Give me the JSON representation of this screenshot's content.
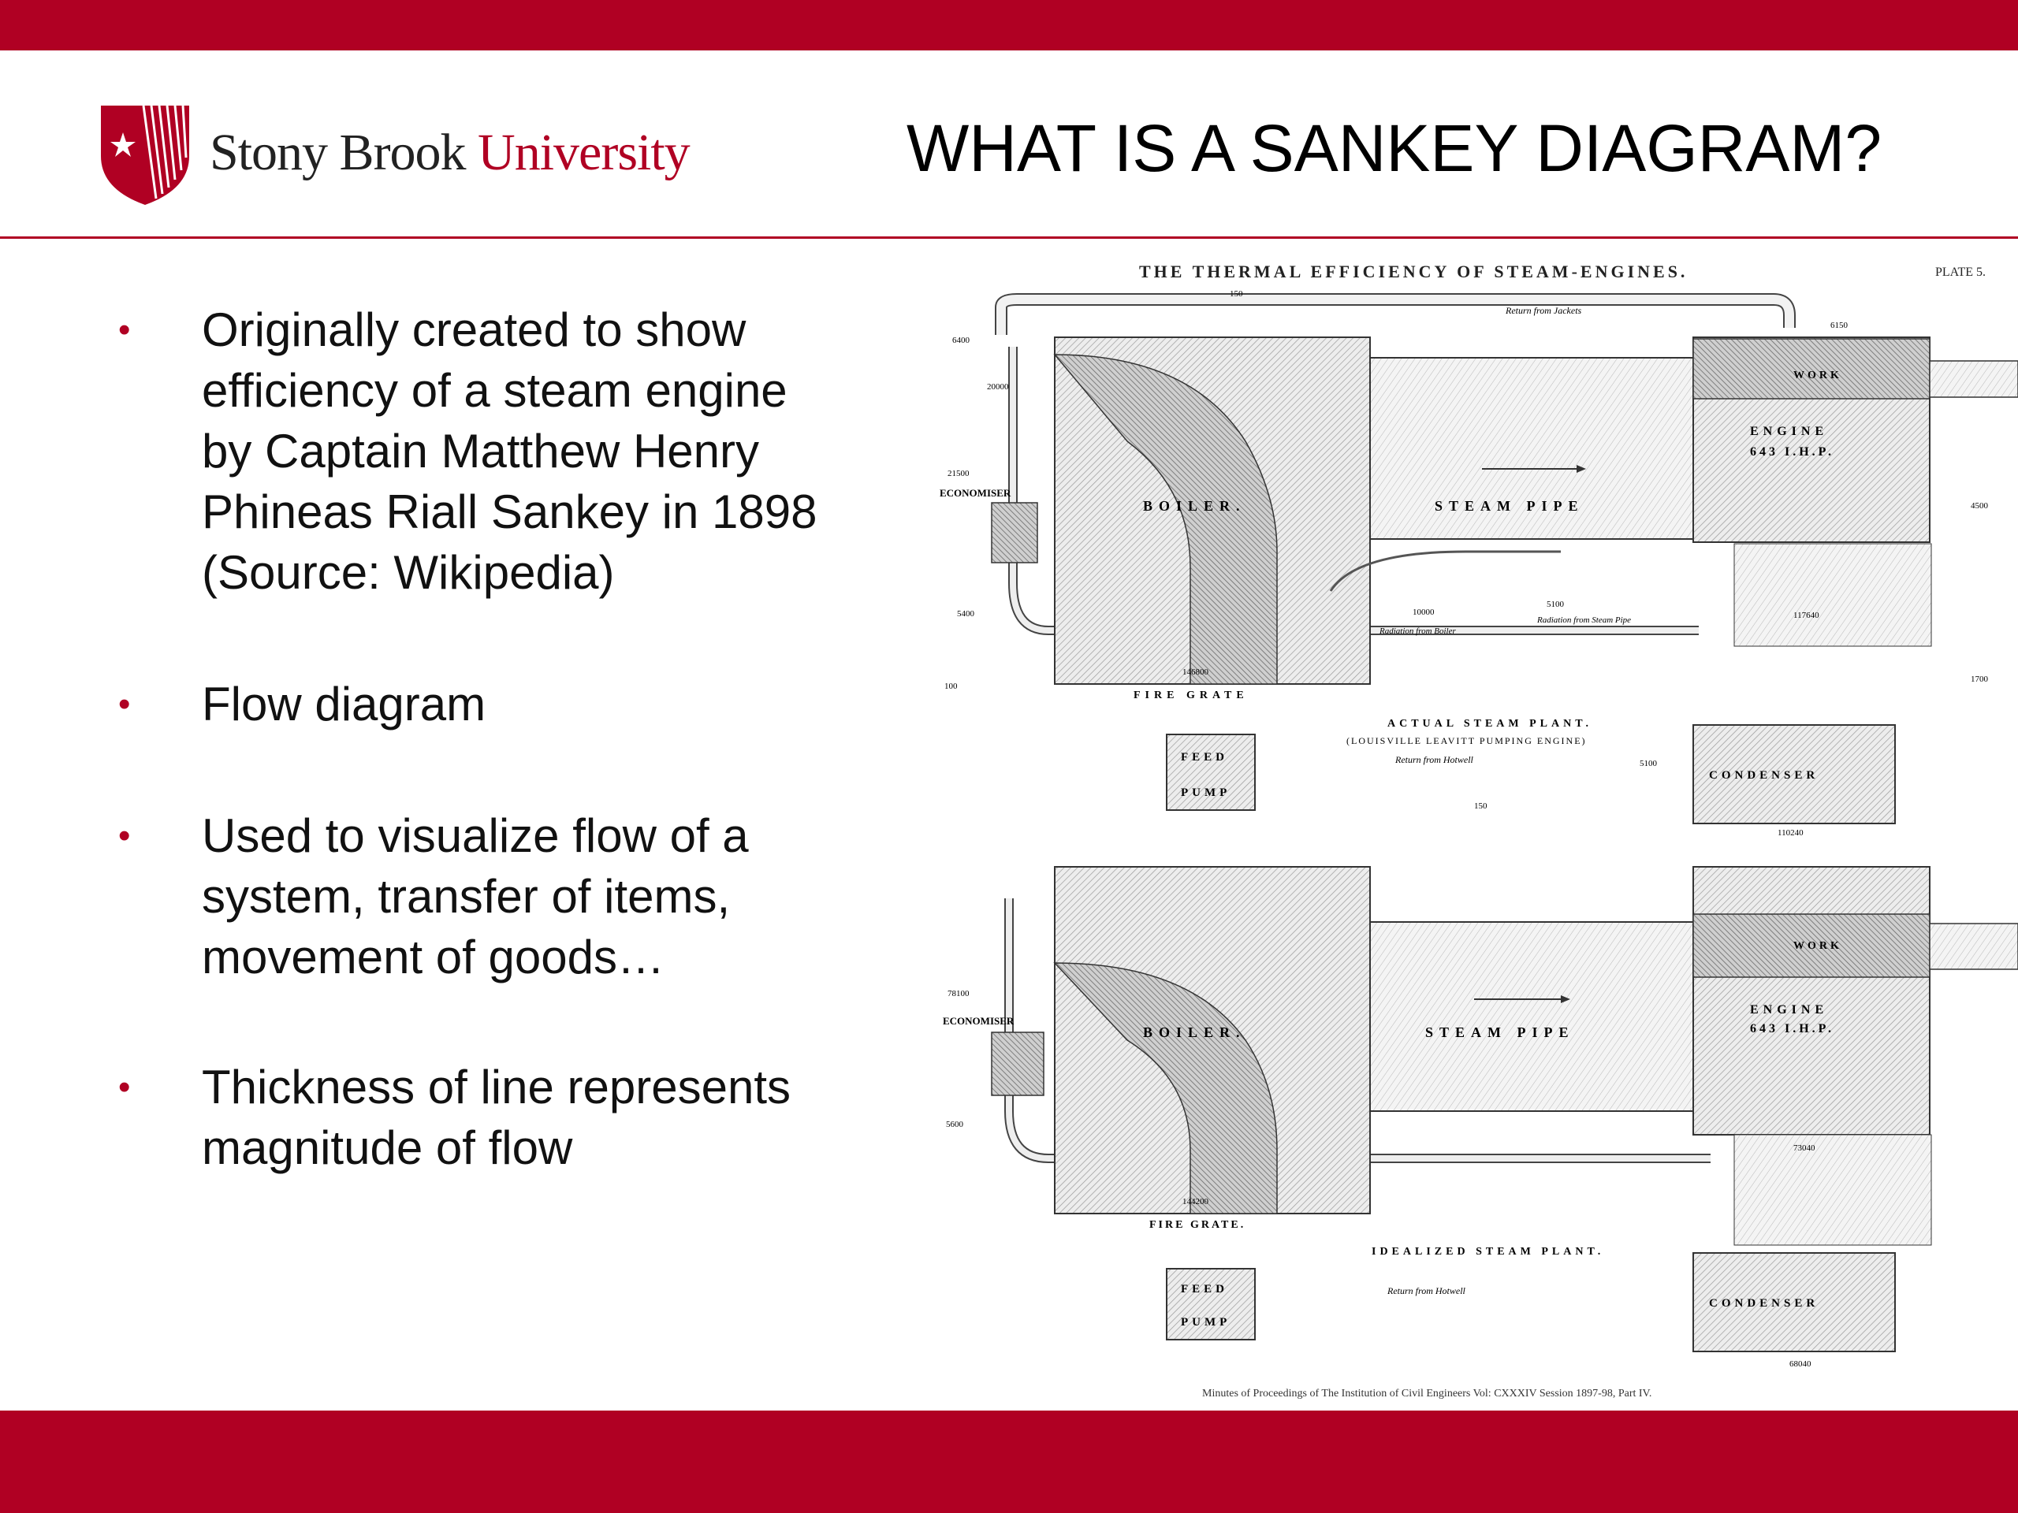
{
  "header": {
    "logo_word1": "Stony Brook",
    "logo_word2": "University",
    "title": "WHAT IS A SANKEY DIAGRAM?"
  },
  "bullets": [
    "Originally created to show efficiency of a steam engine by Captain Matthew Henry Phineas Riall Sankey in 1898 (Source: Wikipedia)",
    "Flow diagram",
    "Used to visualize flow of a system, transfer of items, movement of goods…",
    "Thickness of line represents magnitude of flow"
  ],
  "figure": {
    "title": "THE THERMAL EFFICIENCY OF STEAM-ENGINES.",
    "plate": "PLATE 5.",
    "top_diagram": {
      "boiler": "BOILER.",
      "steam_pipe": "STEAM PIPE",
      "engine": "ENGINE",
      "engine_hp": "643 I.H.P.",
      "economiser": "ECONOMISER",
      "fire_grate": "FIRE GRATE",
      "feed": "FEED",
      "pump": "PUMP",
      "condenser": "CONDENSER",
      "work": "WORK",
      "caption": "ACTUAL STEAM PLANT.",
      "subcaption": "(LOUISVILLE LEAVITT PUMPING ENGINE)",
      "return_jackets": "Return from Jackets",
      "return_hotwell": "Return from Hotwell",
      "radiation_boiler": "Radiation from Boiler",
      "radiation_pipe": "Radiation from Steam Pipe",
      "num_150": "150",
      "num_6400": "6400",
      "num_6150": "6150",
      "num_20000": "20000",
      "num_21500": "21500",
      "num_10000": "10000",
      "num_5100": "5100",
      "num_4500": "4500",
      "num_1700": "1700",
      "num_100": "100",
      "num_5400": "5400",
      "num_5100b": "5100",
      "num_146800": "146800",
      "num_117640": "117640",
      "num_110240": "110240",
      "num_150b": "150"
    },
    "bottom_diagram": {
      "boiler": "BOILER.",
      "steam_pipe": "STEAM PIPE",
      "engine": "ENGINE",
      "engine_hp": "643 I.H.P.",
      "economiser": "ECONOMISER",
      "fire_grate": "FIRE GRATE.",
      "feed": "FEED",
      "pump": "PUMP",
      "condenser": "CONDENSER",
      "work": "WORK",
      "caption": "IDEALIZED STEAM PLANT.",
      "return_hotwell": "Return from Hotwell",
      "num_78100": "78100",
      "num_5600": "5600",
      "num_73040": "73040",
      "num_68040": "68040",
      "num_144200": "144200"
    },
    "source_note": "Minutes of Proceedings of The Institution of Civil Engineers Vol: CXXXIV Session 1897-98, Part IV."
  }
}
